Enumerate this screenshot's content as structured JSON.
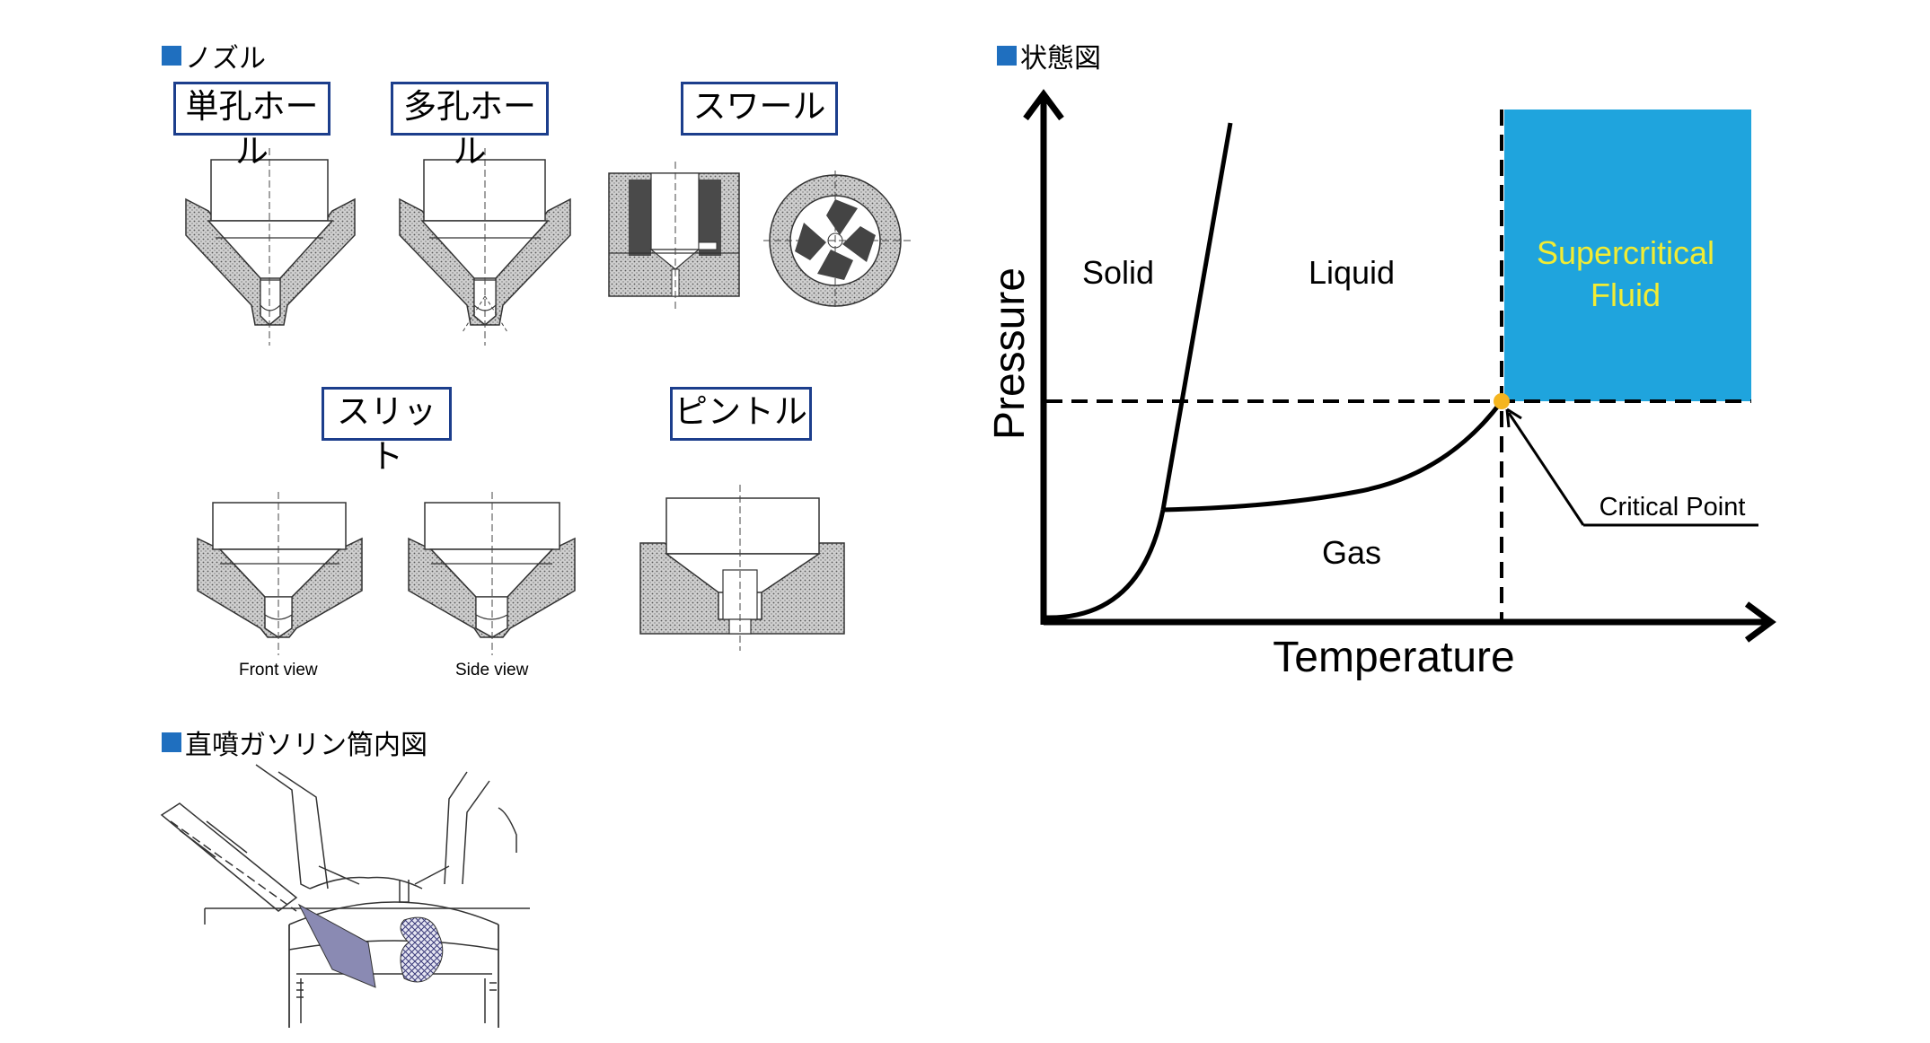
{
  "nozzle_section": {
    "heading": "ノズル",
    "labels": {
      "single_hole": "単孔ホール",
      "multi_hole": "多孔ホール",
      "swirl": "スワール",
      "slit": "スリット",
      "pintle": "ピントル"
    },
    "views": {
      "front": "Front view",
      "side": "Side view"
    }
  },
  "cylinder_section": {
    "heading": "直噴ガソリン筒内図"
  },
  "phase_section": {
    "heading": "状態図",
    "regions": {
      "solid": "Solid",
      "liquid": "Liquid",
      "gas": "Gas",
      "supercritical_line1": "Supercritical",
      "supercritical_line2": "Fluid"
    },
    "critical_point_label": "Critical Point",
    "xlabel": "Temperature",
    "ylabel": "Pressure",
    "colors": {
      "supercritical": "#1fa4dd",
      "supercritical_text": "#f2ec33",
      "critical_point": "#f5b51f",
      "heading_square": "#1f6fbf",
      "box_border": "#1c3e8c"
    }
  }
}
